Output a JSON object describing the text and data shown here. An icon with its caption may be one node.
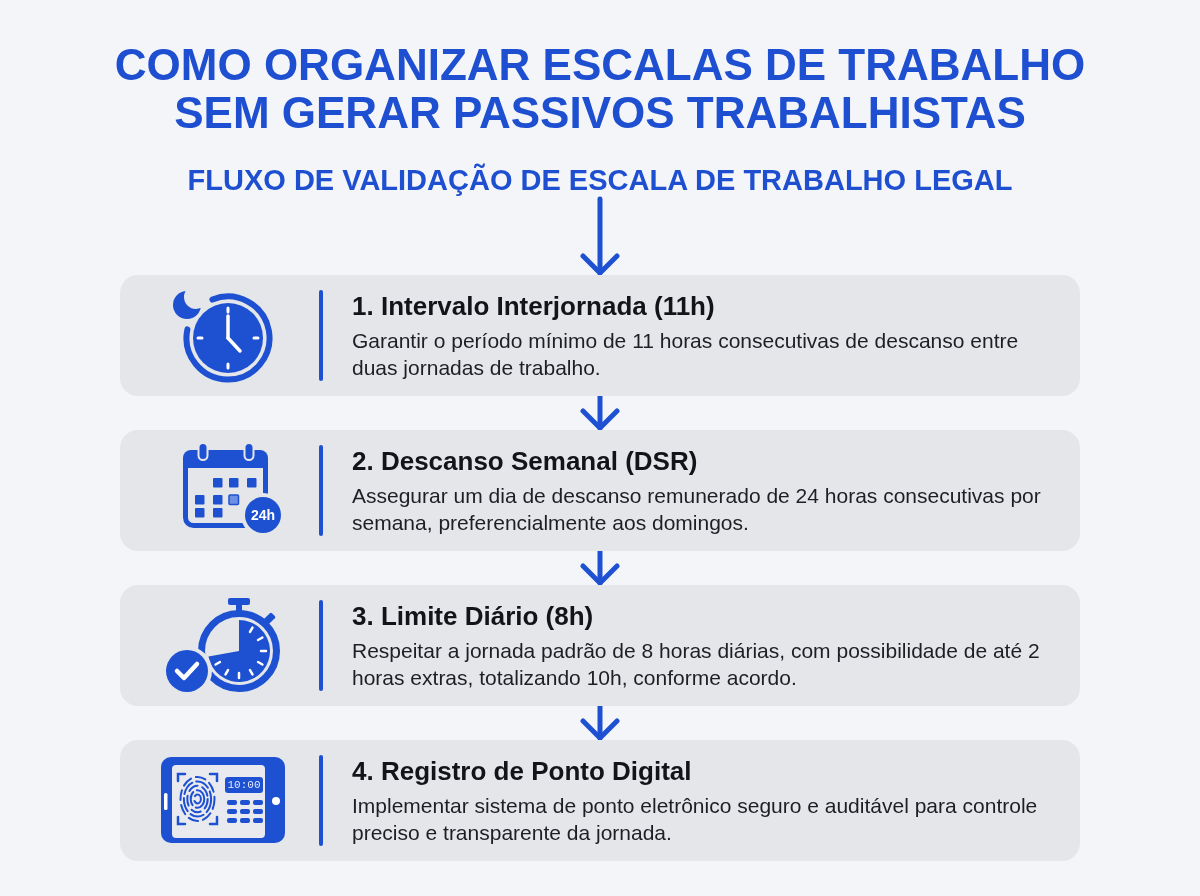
{
  "diagram": {
    "title": "COMO ORGANIZAR ESCALAS DE TRABALHO SEM GERAR PASSIVOS TRABALHISTAS",
    "nodes": [
      {
        "text": [
          "FLUXO DE VALIDAÇÃO DE ESCALA DE TRABALHO LEGAL"
        ]
      },
      {
        "text": [
          "1. Intervalo Interjornada (11h)",
          "Garantir o período mínimo de 11 horas consecutivas de descanso entre duas jornadas de trabalho."
        ]
      },
      {
        "text": [
          "2. Descanso Semanal (DSR)",
          "Assegurar um dia de descanso remunerado de 24 horas consecutivas por semana, preferencialmente aos domingos."
        ]
      },
      {
        "text": [
          "3. Limite Diário (8h)",
          "Respeitar a jornada padrão de 8 horas diárias, com possibilidade de até 2 horas extras, totalizando 10h, conforme acordo."
        ]
      },
      {
        "text": [
          "4. Registro de Ponto Digital",
          "Implementar sistema de ponto eletrônico seguro e auditável para controle preciso e transparente da jornada."
        ]
      }
    ],
    "edges": [
      {
        "from": 0,
        "to": 1,
        "arrow": "to"
      },
      {
        "from": 1,
        "to": 2,
        "arrow": "to"
      },
      {
        "from": 2,
        "to": 3,
        "arrow": "to"
      },
      {
        "from": 3,
        "to": 4,
        "arrow": "to"
      }
    ],
    "labels": [
      "24h",
      "10:00"
    ]
  }
}
